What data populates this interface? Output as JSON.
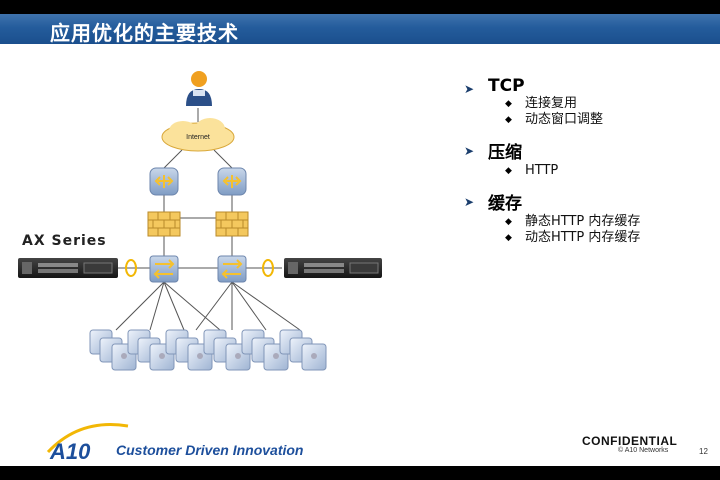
{
  "slide": {
    "title": "应用优化的主要技术",
    "page_number": "12"
  },
  "bullets": [
    {
      "label": "TCP",
      "items": [
        "连接复用",
        "动态窗口调整"
      ]
    },
    {
      "label": "压缩",
      "items": [
        "HTTP"
      ]
    },
    {
      "label": "缓存",
      "items": [
        "静态HTTP 内存缓存",
        "动态HTTP 内存缓存"
      ]
    }
  ],
  "diagram": {
    "cloud_label": "Internet",
    "product_label": "AX Series"
  },
  "footer": {
    "logo_text": "A10",
    "slogan": "Customer Driven Innovation",
    "confidential": "CONFIDENTIAL",
    "copyright": "© A10 Networks"
  },
  "colors": {
    "title_bar": "#245c9c",
    "brand_blue": "#1d4f9c",
    "logo_gold": "#f2b705"
  },
  "icons": [
    "user-icon",
    "internet-cloud-icon",
    "router-icon",
    "firewall-icon",
    "switch-icon",
    "ax-appliance-icon",
    "server-icon",
    "arrow-bullet-icon",
    "diamond-bullet-icon"
  ]
}
